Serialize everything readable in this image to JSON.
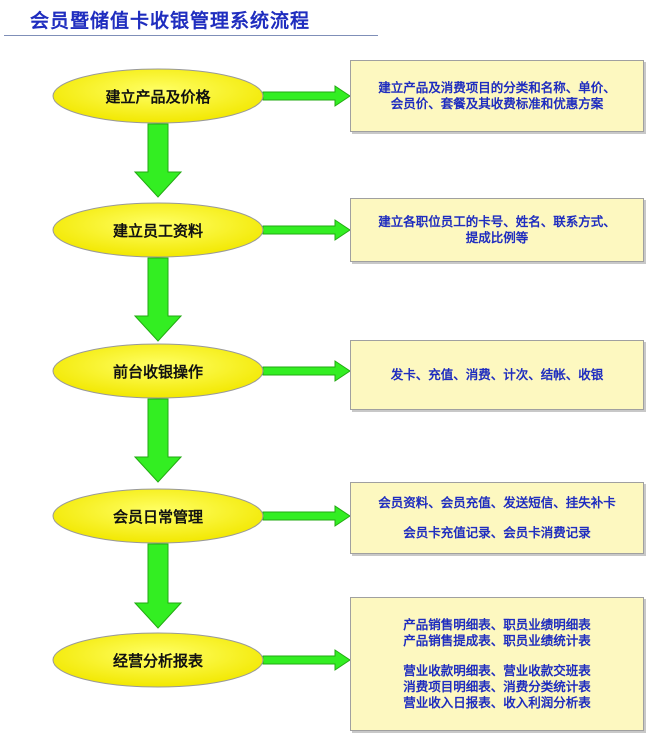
{
  "title": "会员暨储值卡收银管理系统流程",
  "colors": {
    "title": "#1f2dbf",
    "ellipse": "#ffff00",
    "arrow": "#33ee22",
    "box_fill": "#fdf8c0",
    "box_text": "#1f2dbf"
  },
  "steps": [
    {
      "label": "建立产品及价格",
      "detail": [
        "建立产品及消费项目的分类和名称、单价、",
        "会员价、套餐及其收费标准和优惠方案"
      ]
    },
    {
      "label": "建立员工资料",
      "detail": [
        "建立各职位员工的卡号、姓名、联系方式、",
        "提成比例等"
      ]
    },
    {
      "label": "前台收银操作",
      "detail": [
        "发卡、充值、消费、计次、结帐、收银"
      ]
    },
    {
      "label": "会员日常管理",
      "detail": [
        "会员资料、会员充值、发送短信、挂失补卡",
        "会员卡充值记录、会员卡消费记录"
      ]
    },
    {
      "label": "经营分析报表",
      "detail": [
        "产品销售明细表、职员业绩明细表",
        "产品销售提成表、职员业绩统计表",
        "营业收款明细表、营业收款交班表",
        "消费项目明细表、消费分类统计表",
        "营业收入日报表、收入利润分析表"
      ]
    }
  ]
}
